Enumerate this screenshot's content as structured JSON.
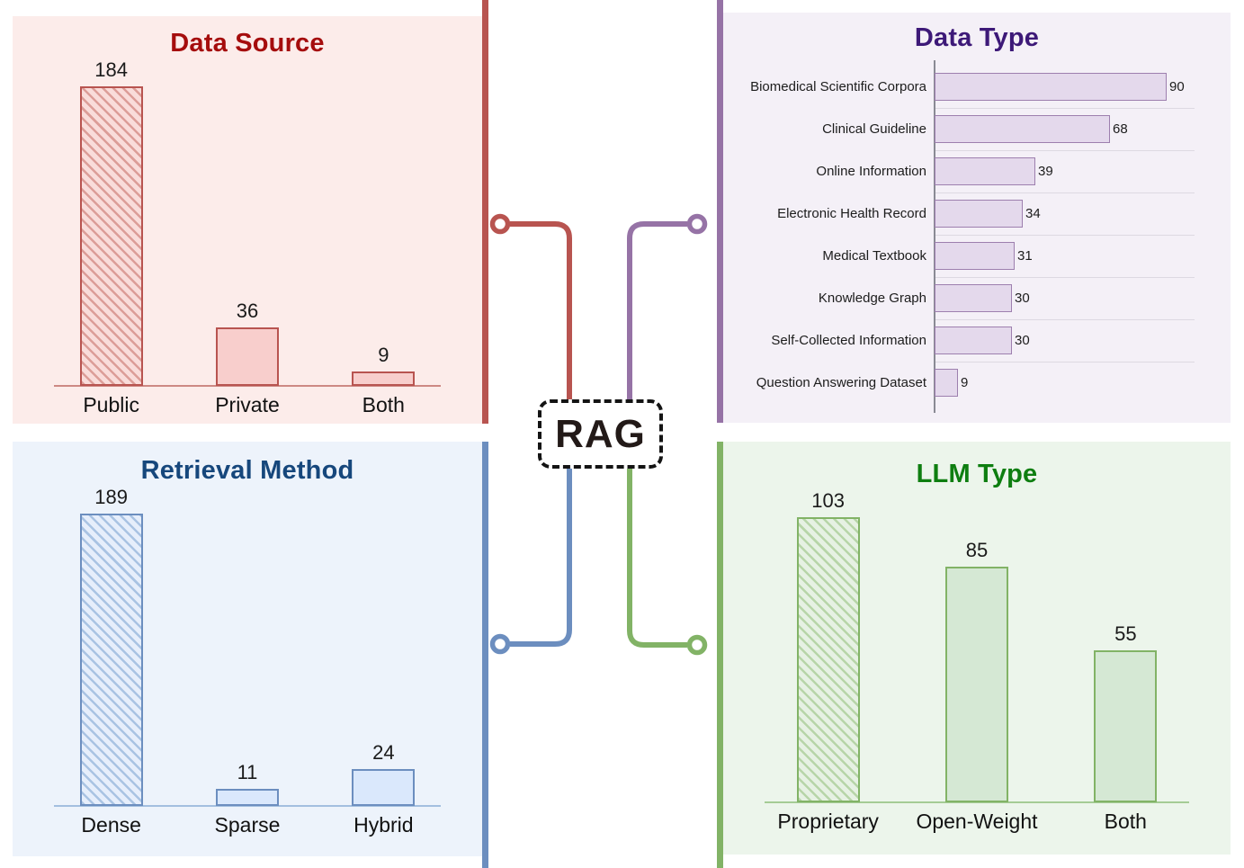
{
  "figure": {
    "center_label": "RAG"
  },
  "connectors": {
    "top_left_color": "#b85450",
    "top_right_color": "#9673a6",
    "bottom_left_color": "#6c8ebf",
    "bottom_right_color": "#82b366"
  },
  "chart_data": [
    {
      "id": "data-source",
      "type": "bar",
      "orientation": "vertical",
      "title": "Data Source",
      "categories": [
        "Public",
        "Private",
        "Both"
      ],
      "values": [
        184,
        36,
        9
      ],
      "hatched": [
        true,
        false,
        false
      ],
      "grid": false,
      "colors": {
        "title": "#a50d0d",
        "panel_bg": "#fcecea",
        "bar_fill": "#f8cecc",
        "bar_border": "#b85450",
        "baseline": "#cd8984",
        "divider": "#b85450",
        "hatch_bg": "#f9dcda",
        "hatch_stripe": "#dc9d98"
      }
    },
    {
      "id": "data-type",
      "type": "bar",
      "orientation": "horizontal",
      "title": "Data Type",
      "categories": [
        "Biomedical Scientific Corpora",
        "Clinical Guideline",
        "Online Information",
        "Electronic Health Record",
        "Medical Textbook",
        "Knowledge Graph",
        "Self-Collected Information",
        "Question Answering Dataset"
      ],
      "values": [
        90,
        68,
        39,
        34,
        31,
        30,
        30,
        9
      ],
      "hatched": [
        false,
        false,
        false,
        false,
        false,
        false,
        false,
        false
      ],
      "grid": true,
      "colors": {
        "title": "#3d1978",
        "panel_bg": "#f4f0f7",
        "bar_fill": "#e4d9ec",
        "bar_border": "#9d7fae",
        "axis": "#8a8a94",
        "divider": "#9673a6"
      }
    },
    {
      "id": "retrieval-method",
      "type": "bar",
      "orientation": "vertical",
      "title": "Retrieval Method",
      "categories": [
        "Dense",
        "Sparse",
        "Hybrid"
      ],
      "values": [
        189,
        11,
        24
      ],
      "hatched": [
        true,
        false,
        false
      ],
      "grid": false,
      "colors": {
        "title": "#16477c",
        "panel_bg": "#edf3fb",
        "bar_fill": "#dae8fc",
        "bar_border": "#6c8ebf",
        "baseline": "#a3bfdf",
        "divider": "#6c8ebf",
        "hatch_bg": "#e6eefb",
        "hatch_stripe": "#a9c3e3"
      }
    },
    {
      "id": "llm-type",
      "type": "bar",
      "orientation": "vertical",
      "title": "LLM Type",
      "categories": [
        "Proprietary",
        "Open-Weight",
        "Both"
      ],
      "values": [
        103,
        85,
        55
      ],
      "hatched": [
        true,
        false,
        false
      ],
      "grid": false,
      "colors": {
        "title": "#0e7e10",
        "panel_bg": "#ecf5eb",
        "bar_fill": "#d5e8d4",
        "bar_border": "#82b366",
        "baseline": "#a5cc95",
        "divider": "#82b366",
        "hatch_bg": "#e6f1e3",
        "hatch_stripe": "#b7d5a8"
      }
    }
  ]
}
